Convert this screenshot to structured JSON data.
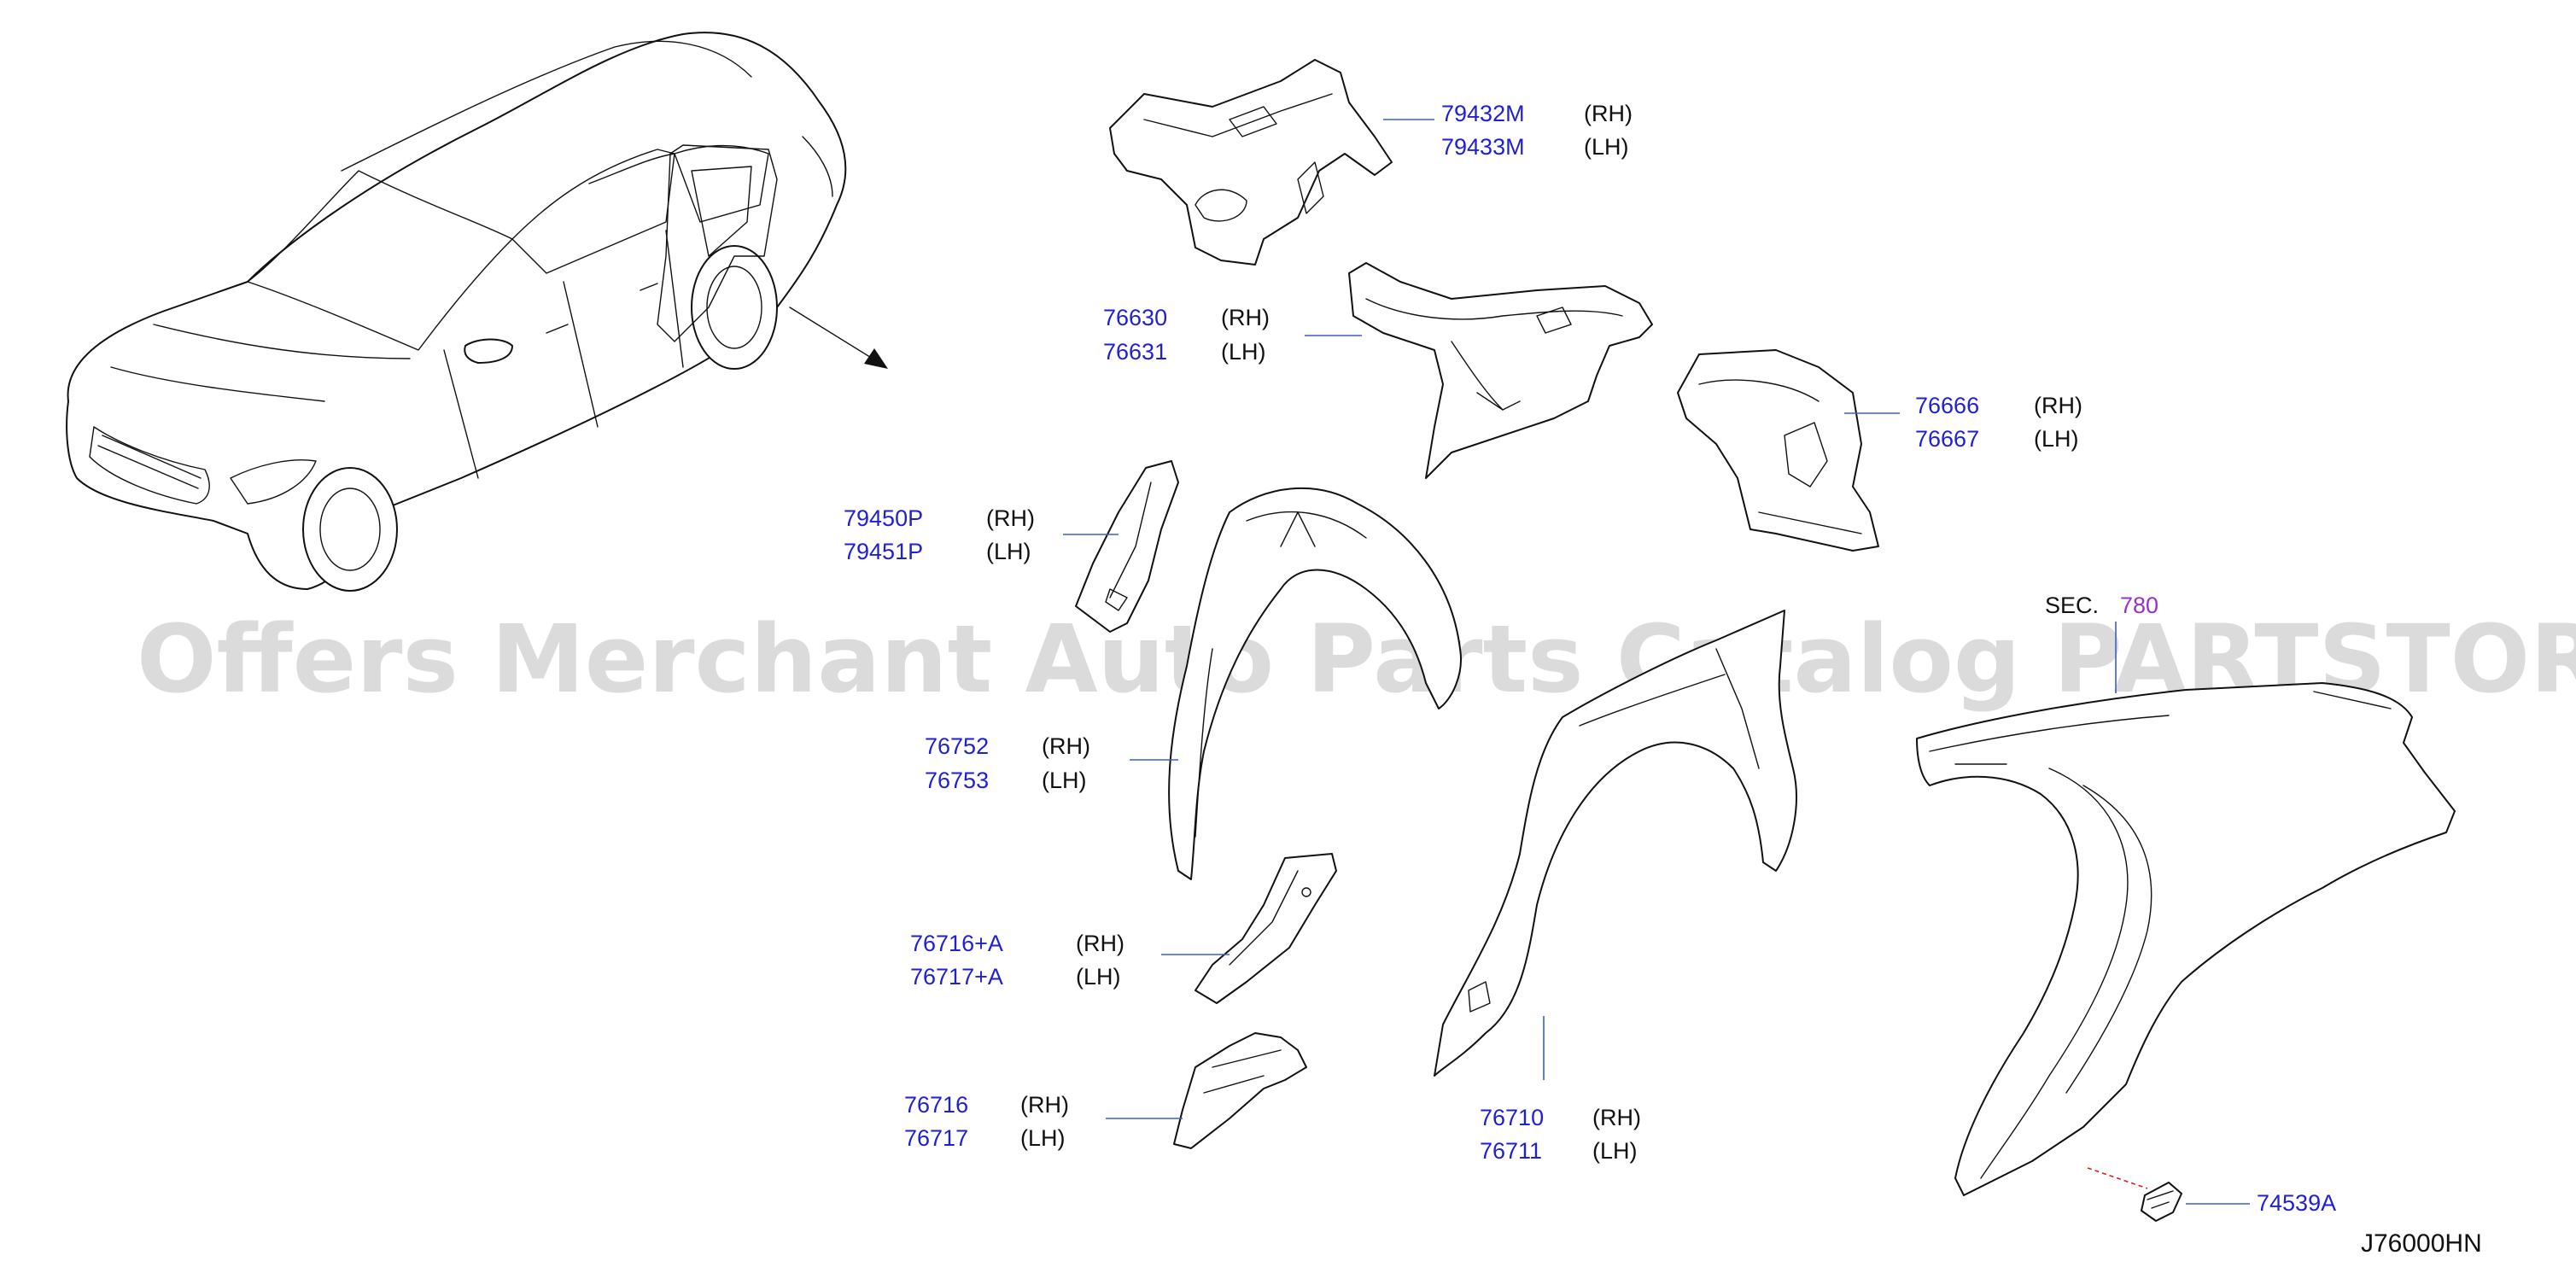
{
  "watermark": "Offers Merchant Auto Parts Catalog PARTSTORE.SA",
  "diagram_code": "J76000HN",
  "section_ref": {
    "label": "SEC.",
    "number": "780"
  },
  "parts": [
    {
      "id": "p79432",
      "numbers": [
        "79432M",
        "79433M"
      ],
      "sides": [
        "(RH)",
        "(LH)"
      ]
    },
    {
      "id": "p76630",
      "numbers": [
        "76630",
        "76631"
      ],
      "sides": [
        "(RH)",
        "(LH)"
      ]
    },
    {
      "id": "p76666",
      "numbers": [
        "76666",
        "76667"
      ],
      "sides": [
        "(RH)",
        "(LH)"
      ]
    },
    {
      "id": "p79450",
      "numbers": [
        "79450P",
        "79451P"
      ],
      "sides": [
        "(RH)",
        "(LH)"
      ]
    },
    {
      "id": "p76752",
      "numbers": [
        "76752",
        "76753"
      ],
      "sides": [
        "(RH)",
        "(LH)"
      ]
    },
    {
      "id": "p76716a",
      "numbers": [
        "76716+A",
        "76717+A"
      ],
      "sides": [
        "(RH)",
        "(LH)"
      ]
    },
    {
      "id": "p76716",
      "numbers": [
        "76716",
        "76717"
      ],
      "sides": [
        "(RH)",
        "(LH)"
      ]
    },
    {
      "id": "p76710",
      "numbers": [
        "76710",
        "76711"
      ],
      "sides": [
        "(RH)",
        "(LH)"
      ]
    },
    {
      "id": "p74539",
      "numbers": [
        "74539A"
      ],
      "sides": []
    }
  ]
}
